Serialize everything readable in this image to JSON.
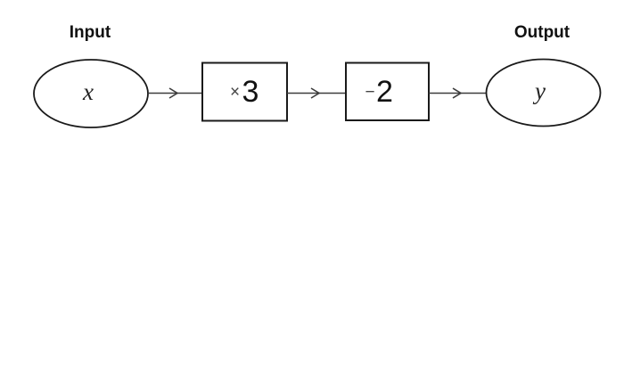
{
  "diagram": {
    "type": "function-machine",
    "input_label": "Input",
    "output_label": "Output",
    "input_variable": "x",
    "output_variable": "y",
    "steps": [
      {
        "operator": "×",
        "operand": "3"
      },
      {
        "operator": "−",
        "operand": "2"
      }
    ],
    "colors": {
      "shape_stroke": "#1a1a1a",
      "arrow_stroke": "#3c3c3c",
      "label_text": "#111111",
      "operator_text": "#444444",
      "background": "#ffffff"
    }
  }
}
